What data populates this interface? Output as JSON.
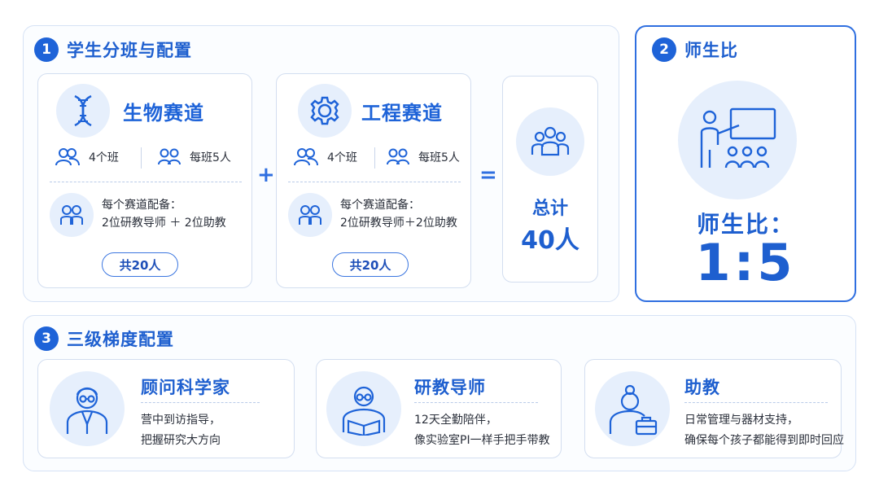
{
  "section1": {
    "number": "1",
    "title": "学生分班与配置",
    "tracks": [
      {
        "icon": "dna-icon",
        "title": "生物赛道",
        "classes": "4个班",
        "per_class": "每班5人",
        "staff_line1": "每个赛道配备：",
        "staff_line2": "2位研教导师 ＋ 2位助教",
        "total": "共20人"
      },
      {
        "icon": "gear-icon",
        "title": "工程赛道",
        "classes": "4个班",
        "per_class": "每班5人",
        "staff_line1": "每个赛道配备：",
        "staff_line2": "2位研教导师＋2位助教",
        "total": "共20人"
      }
    ],
    "plus": "+",
    "equals": "=",
    "total_label": "总计",
    "total_value": "40人"
  },
  "section2": {
    "number": "2",
    "title": "师生比",
    "ratio_label": "师生比：",
    "ratio_value": "1:5"
  },
  "section3": {
    "number": "3",
    "title": "三级梯度配置",
    "levels": [
      {
        "icon": "scientist-icon",
        "title": "顾问科学家",
        "line1": "营中到访指导，",
        "line2": "把握研究大方向"
      },
      {
        "icon": "mentor-reading-icon",
        "title": "研教导师",
        "line1": "12天全勤陪伴，",
        "line2": "像实验室PI一样手把手带教"
      },
      {
        "icon": "assistant-icon",
        "title": "助教",
        "line1": "日常管理与器材支持，",
        "line2": "确保每个孩子都能得到即时回应"
      }
    ]
  },
  "colors": {
    "accent": "#1e63d8",
    "light": "#e6effc",
    "border": "#d3def0"
  }
}
